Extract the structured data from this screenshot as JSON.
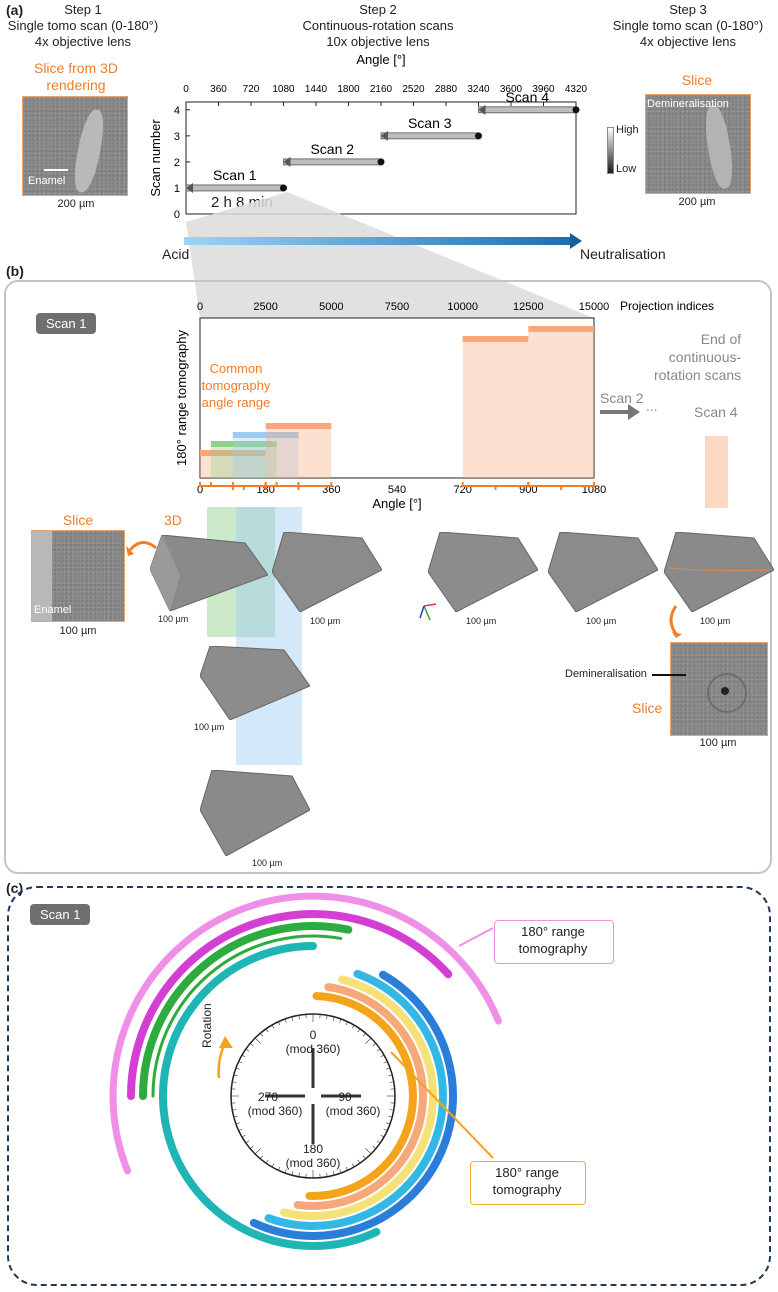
{
  "panel_a": {
    "label": "(a)",
    "step1": {
      "title": "Step 1",
      "line1": "Single tomo scan (0-180°)",
      "line2": "4x objective lens"
    },
    "step2": {
      "title": "Step 2",
      "line1": "Continuous-rotation scans",
      "line2": "10x objective lens"
    },
    "step3": {
      "title": "Step 3",
      "line1": "Single tomo scan (0-180°)",
      "line2": "4x objective lens"
    },
    "left_image_caption_1": "Slice from 3D",
    "left_image_caption_2": "rendering",
    "left_image_label": "Enamel",
    "left_scalebar": "200 µm",
    "right_image_caption": "Slice",
    "right_image_label": "Demineralisation",
    "right_scalebar": "200 µm",
    "colorbar_high": "High",
    "colorbar_low": "Low",
    "acid_label": "Acid",
    "neutral_label": "Neutralisation",
    "duration_label": "2 h 8 min"
  },
  "chart_data": [
    {
      "type": "timeline",
      "xlabel": "Angle [°]",
      "ylabel": "Scan number",
      "x_ticks": [
        "0",
        "360",
        "720",
        "1080",
        "1440",
        "1800",
        "2160",
        "2520",
        "2880",
        "3240",
        "3600",
        "3960",
        "4320"
      ],
      "y_ticks": [
        "0",
        "1",
        "2",
        "3",
        "4"
      ],
      "xlim": [
        0,
        4320
      ],
      "ylim": [
        0,
        4.3
      ],
      "series": [
        {
          "name": "Scan 1",
          "scan": 1,
          "start": 0,
          "end": 1080
        },
        {
          "name": "Scan 2",
          "scan": 2,
          "start": 1080,
          "end": 2160
        },
        {
          "name": "Scan 3",
          "scan": 3,
          "start": 2160,
          "end": 3240
        },
        {
          "name": "Scan 4",
          "scan": 4,
          "start": 3240,
          "end": 4320
        }
      ]
    },
    {
      "type": "range-bars",
      "xlabel": "Angle [°]",
      "ylabel": "180° range tomography",
      "top_label": "Projection indices",
      "x_ticks": [
        "0",
        "180",
        "360",
        "540",
        "720",
        "900",
        "1080"
      ],
      "top_ticks": [
        "0",
        "2500",
        "5000",
        "7500",
        "10000",
        "12500",
        "15000"
      ],
      "xlim": [
        0,
        1080
      ],
      "ranges": [
        {
          "start": 0,
          "end": 180,
          "color": "#f6a87a"
        },
        {
          "start": 30,
          "end": 210,
          "color": "#8fd18a"
        },
        {
          "start": 90,
          "end": 270,
          "color": "#9ecbf0"
        },
        {
          "start": 180,
          "end": 360,
          "color": "#f6a87a"
        },
        {
          "start": 720,
          "end": 900,
          "color": "#f6a87a"
        },
        {
          "start": 900,
          "end": 1080,
          "color": "#f6a87a"
        }
      ]
    }
  ],
  "panel_b": {
    "label": "(b)",
    "badge": "Scan 1",
    "common_label_1": "Common",
    "common_label_2": "tomography",
    "common_label_3": "angle range",
    "scan2_label": "Scan 2",
    "dots": "...",
    "scan4_label": "Scan 4",
    "end_label_1": "End of",
    "end_label_2": "continuous-",
    "end_label_3": "rotation scans",
    "slice_label": "Slice",
    "three_d_label": "3D",
    "enamel_label": "Enamel",
    "scalebar": "100 µm",
    "demin_label": "Demineralisation",
    "slice_label_right": "Slice"
  },
  "panel_c": {
    "label": "(c)",
    "badge": "Scan 1",
    "callout_top_1": "180° range",
    "callout_top_2": "tomography",
    "callout_bottom_1": "180° range",
    "callout_bottom_2": "tomography",
    "rotation_label": "Rotation",
    "dial_0": "0",
    "dial_90": "90",
    "dial_180": "180",
    "dial_270": "270",
    "mod": "(mod 360)"
  },
  "colors": {
    "orange": "#f07d2a",
    "acid_blue": "#1a6fb5",
    "frame_gray": "#c4c4c4",
    "dashed_navy": "#1f3a5c"
  }
}
